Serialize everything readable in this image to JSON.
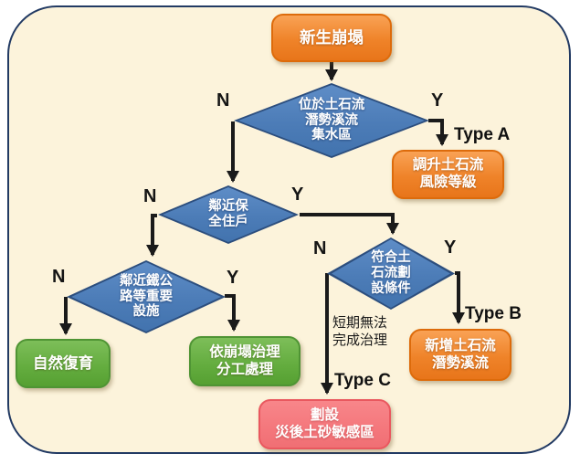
{
  "colors": {
    "card_bg": "#FCF3DB",
    "card_border": "#223A63",
    "orange": "#ED7D31",
    "blue": "#4E81BD",
    "blue_dark": "#2C4E7E",
    "green": "#69B34C",
    "pink": "#F47B7F",
    "arrow": "#1A1A1A"
  },
  "flowchart": {
    "start": {
      "label": "新生崩塌"
    },
    "decisions": {
      "watershed": {
        "lines": [
          "位於土石流",
          "潛勢溪流",
          "集水區"
        ],
        "no": "N",
        "yes": "Y"
      },
      "households": {
        "lines": [
          "鄰近保",
          "全住戶"
        ],
        "no": "N",
        "yes": "Y"
      },
      "roads": {
        "lines": [
          "鄰近鐵公",
          "路等重要",
          "設施"
        ],
        "no": "N",
        "yes": "Y"
      },
      "debris_criteria": {
        "lines": [
          "符合土",
          "石流劃",
          "設條件"
        ],
        "no": "N",
        "yes": "Y"
      }
    },
    "outcomes": {
      "type_a": {
        "tag": "Type A",
        "lines": [
          "調升土石流",
          "風險等級"
        ]
      },
      "type_b": {
        "tag": "Type B",
        "lines": [
          "新增土石流",
          "潛勢溪流"
        ]
      },
      "type_c": {
        "tag": "Type C",
        "lines": [
          "劃設",
          "災後土砂敏感區"
        ]
      },
      "natural_recovery": {
        "lines": [
          "自然復育"
        ]
      },
      "collapse_treatment": {
        "lines": [
          "依崩塌治理",
          "分工處理"
        ]
      }
    },
    "annotations": {
      "short_term": {
        "lines": [
          "短期無法",
          "完成治理"
        ]
      }
    }
  }
}
